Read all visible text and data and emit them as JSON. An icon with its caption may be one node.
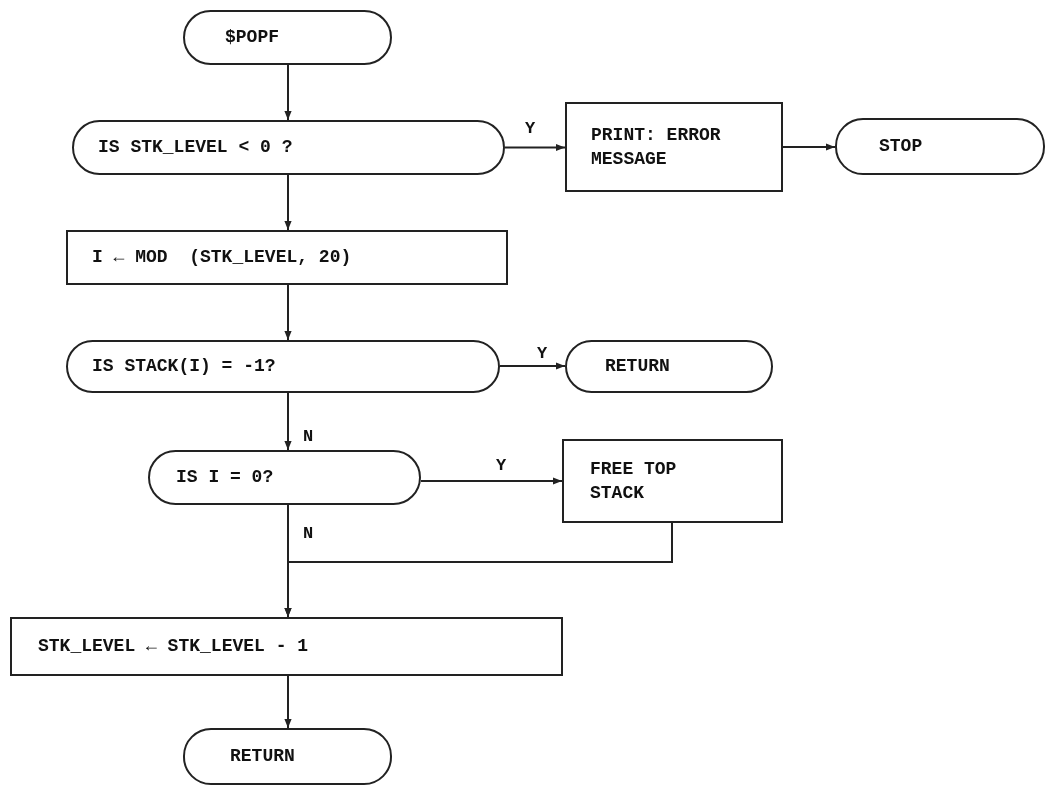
{
  "diagram": {
    "nodes": [
      {
        "text": [
          "$POPF"
        ]
      },
      {
        "text": [
          "IS STK_LEVEL < 0 ?"
        ]
      },
      {
        "text": [
          "PRINT: ERROR MESSAGE"
        ]
      },
      {
        "text": [
          "STOP"
        ]
      },
      {
        "text": [
          "I ← MOD  (STK_LEVEL, 20)"
        ]
      },
      {
        "text": [
          "IS STACK(I) = -1?"
        ]
      },
      {
        "text": [
          "RETURN"
        ]
      },
      {
        "text": [
          "IS I = 0?"
        ]
      },
      {
        "text": [
          "FREE TOP STACK"
        ]
      },
      {
        "text": [
          "STK_LEVEL ← STK_LEVEL - 1"
        ]
      },
      {
        "text": [
          "RETURN"
        ]
      }
    ],
    "edges": [
      {
        "from": 0,
        "to": 1,
        "arrow": "to"
      },
      {
        "from": 1,
        "to": 2,
        "arrow": "to",
        "label": "Y"
      },
      {
        "from": 2,
        "to": 3,
        "arrow": "to"
      },
      {
        "from": 1,
        "to": 4,
        "arrow": "to"
      },
      {
        "from": 4,
        "to": 5,
        "arrow": "to"
      },
      {
        "from": 5,
        "to": 6,
        "arrow": "to",
        "label": "Y"
      },
      {
        "from": 5,
        "to": 7,
        "arrow": "to",
        "label": "N"
      },
      {
        "from": 7,
        "to": 8,
        "arrow": "to",
        "label": "Y"
      },
      {
        "from": 7,
        "to": 9,
        "arrow": "to",
        "label": "N"
      },
      {
        "from": 8,
        "to": 9,
        "arrow": "to"
      },
      {
        "from": 9,
        "to": 10,
        "arrow": "to"
      }
    ]
  }
}
